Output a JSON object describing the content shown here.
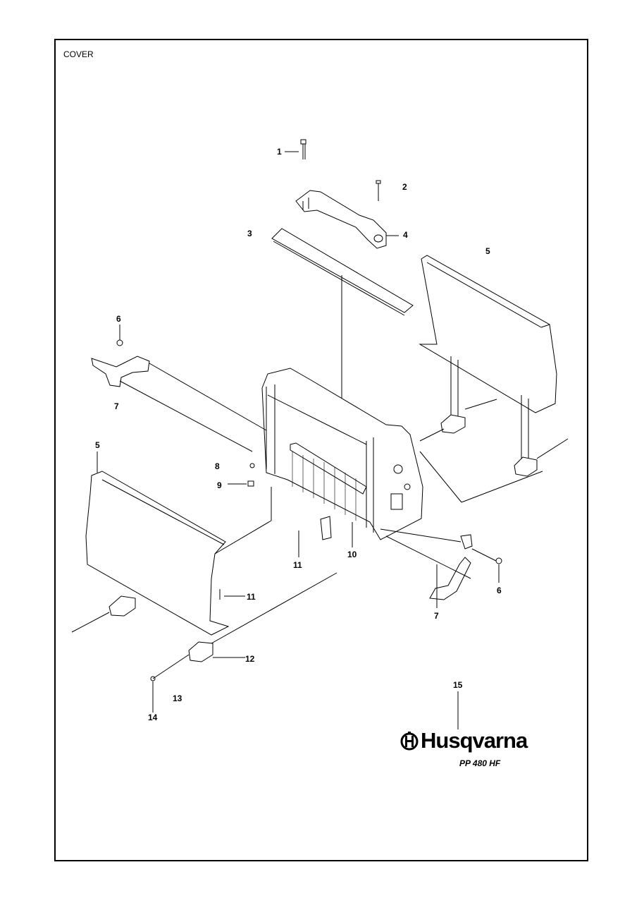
{
  "section_title": "COVER",
  "brand": {
    "name": "Husqvarna",
    "model": "PP 480 HF"
  },
  "callouts": [
    {
      "id": "c1",
      "label": "1"
    },
    {
      "id": "c2",
      "label": "2"
    },
    {
      "id": "c3",
      "label": "3"
    },
    {
      "id": "c4",
      "label": "4"
    },
    {
      "id": "c5a",
      "label": "5"
    },
    {
      "id": "c5b",
      "label": "5"
    },
    {
      "id": "c6a",
      "label": "6"
    },
    {
      "id": "c6b",
      "label": "6"
    },
    {
      "id": "c7a",
      "label": "7"
    },
    {
      "id": "c7b",
      "label": "7"
    },
    {
      "id": "c8",
      "label": "8"
    },
    {
      "id": "c9",
      "label": "9"
    },
    {
      "id": "c10",
      "label": "10"
    },
    {
      "id": "c11a",
      "label": "11"
    },
    {
      "id": "c11b",
      "label": "11"
    },
    {
      "id": "c12",
      "label": "12"
    },
    {
      "id": "c13",
      "label": "13"
    },
    {
      "id": "c14",
      "label": "14"
    },
    {
      "id": "c15",
      "label": "15"
    }
  ]
}
